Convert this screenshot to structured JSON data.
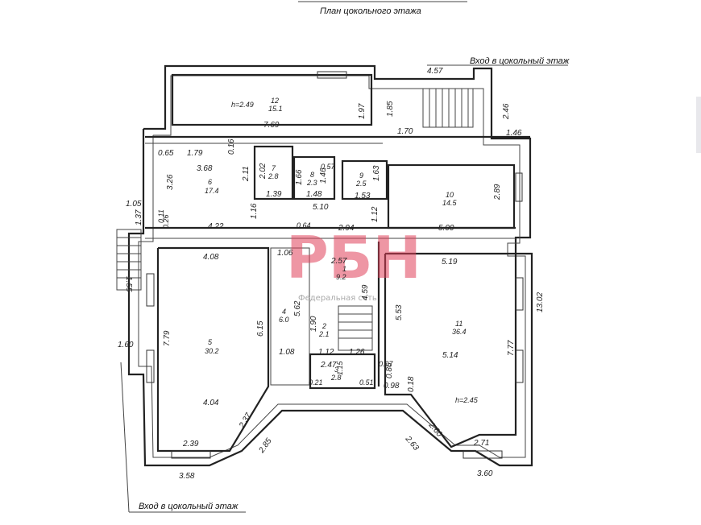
{
  "plan": {
    "title": "План цокольного этажа",
    "entrance_top": "Вход в цокольный этаж",
    "entrance_bottom": "Вход в цокольный этаж"
  },
  "rooms": {
    "r12": {
      "num": "12",
      "area": "15.1",
      "height": "h=2.49"
    },
    "r6": {
      "num": "6",
      "area": "17.4"
    },
    "r7": {
      "num": "7",
      "area": "2.8"
    },
    "r8": {
      "num": "8",
      "area": "2.3"
    },
    "r9": {
      "num": "9",
      "area": "2.5"
    },
    "r10": {
      "num": "10",
      "area": "14.5"
    },
    "r1": {
      "num": "1",
      "area": "9.2"
    },
    "r4": {
      "num": "4",
      "area": "6.0"
    },
    "r2": {
      "num": "2",
      "area": "2.1"
    },
    "r3": {
      "num": "3",
      "area": "2.8"
    },
    "r5": {
      "num": "5",
      "area": "30.2"
    },
    "r11": {
      "num": "11",
      "area": "36.4",
      "height": "h=2.45"
    }
  },
  "dims": {
    "d457": "4.57",
    "d246": "2.46",
    "d197": "1.97",
    "d185": "1.85",
    "d769": "7.69",
    "d170": "1.70",
    "d146": "1.46",
    "d065": "0.65",
    "d179": "1.79",
    "d016": "0.16",
    "d368": "3.68",
    "d211": "2.11",
    "d202": "2.02",
    "d166": "1.66",
    "d146b": "1.46",
    "d057": "0.57",
    "d163": "1.63",
    "d289": "2.89",
    "d326": "3.26",
    "d139": "1.39",
    "d148": "1.48",
    "d153": "1.53",
    "d105": "1.05",
    "d137": "1.37",
    "d011": "0.11",
    "d026": "0.26",
    "d422": "4.22",
    "d116": "1.16",
    "d510": "5.10",
    "d294": "2.94",
    "d112": "1.12",
    "d500": "5.00",
    "d064": "0.64",
    "d106": "1.06",
    "d257": "2.57",
    "d408": "4.08",
    "d519": "5.19",
    "d155": "1.55",
    "d562": "5.62",
    "d459": "4.59",
    "d553": "5.53",
    "d1302": "13.02",
    "d615": "6.15",
    "d190": "1.90",
    "d779": "7.79",
    "d160": "1.60",
    "d108": "1.08",
    "d112b": "1.12",
    "d126": "1.26",
    "d514": "5.14",
    "d777": "7.77",
    "d247": "2.47",
    "d007": "0.07",
    "d115": "1.15",
    "d086": "0.86",
    "d021": "0.21",
    "d051": "0.51",
    "d098": "0.98",
    "d018": "0.18",
    "d404": "4.04",
    "d237": "2.37",
    "d260": "2.60",
    "d239": "2.39",
    "d285": "2.85",
    "d263": "2.63",
    "d271": "2.71",
    "d358": "3.58",
    "d360": "3.60"
  },
  "watermark": {
    "logo": "РБН",
    "sub": "Федеральная сеть"
  }
}
